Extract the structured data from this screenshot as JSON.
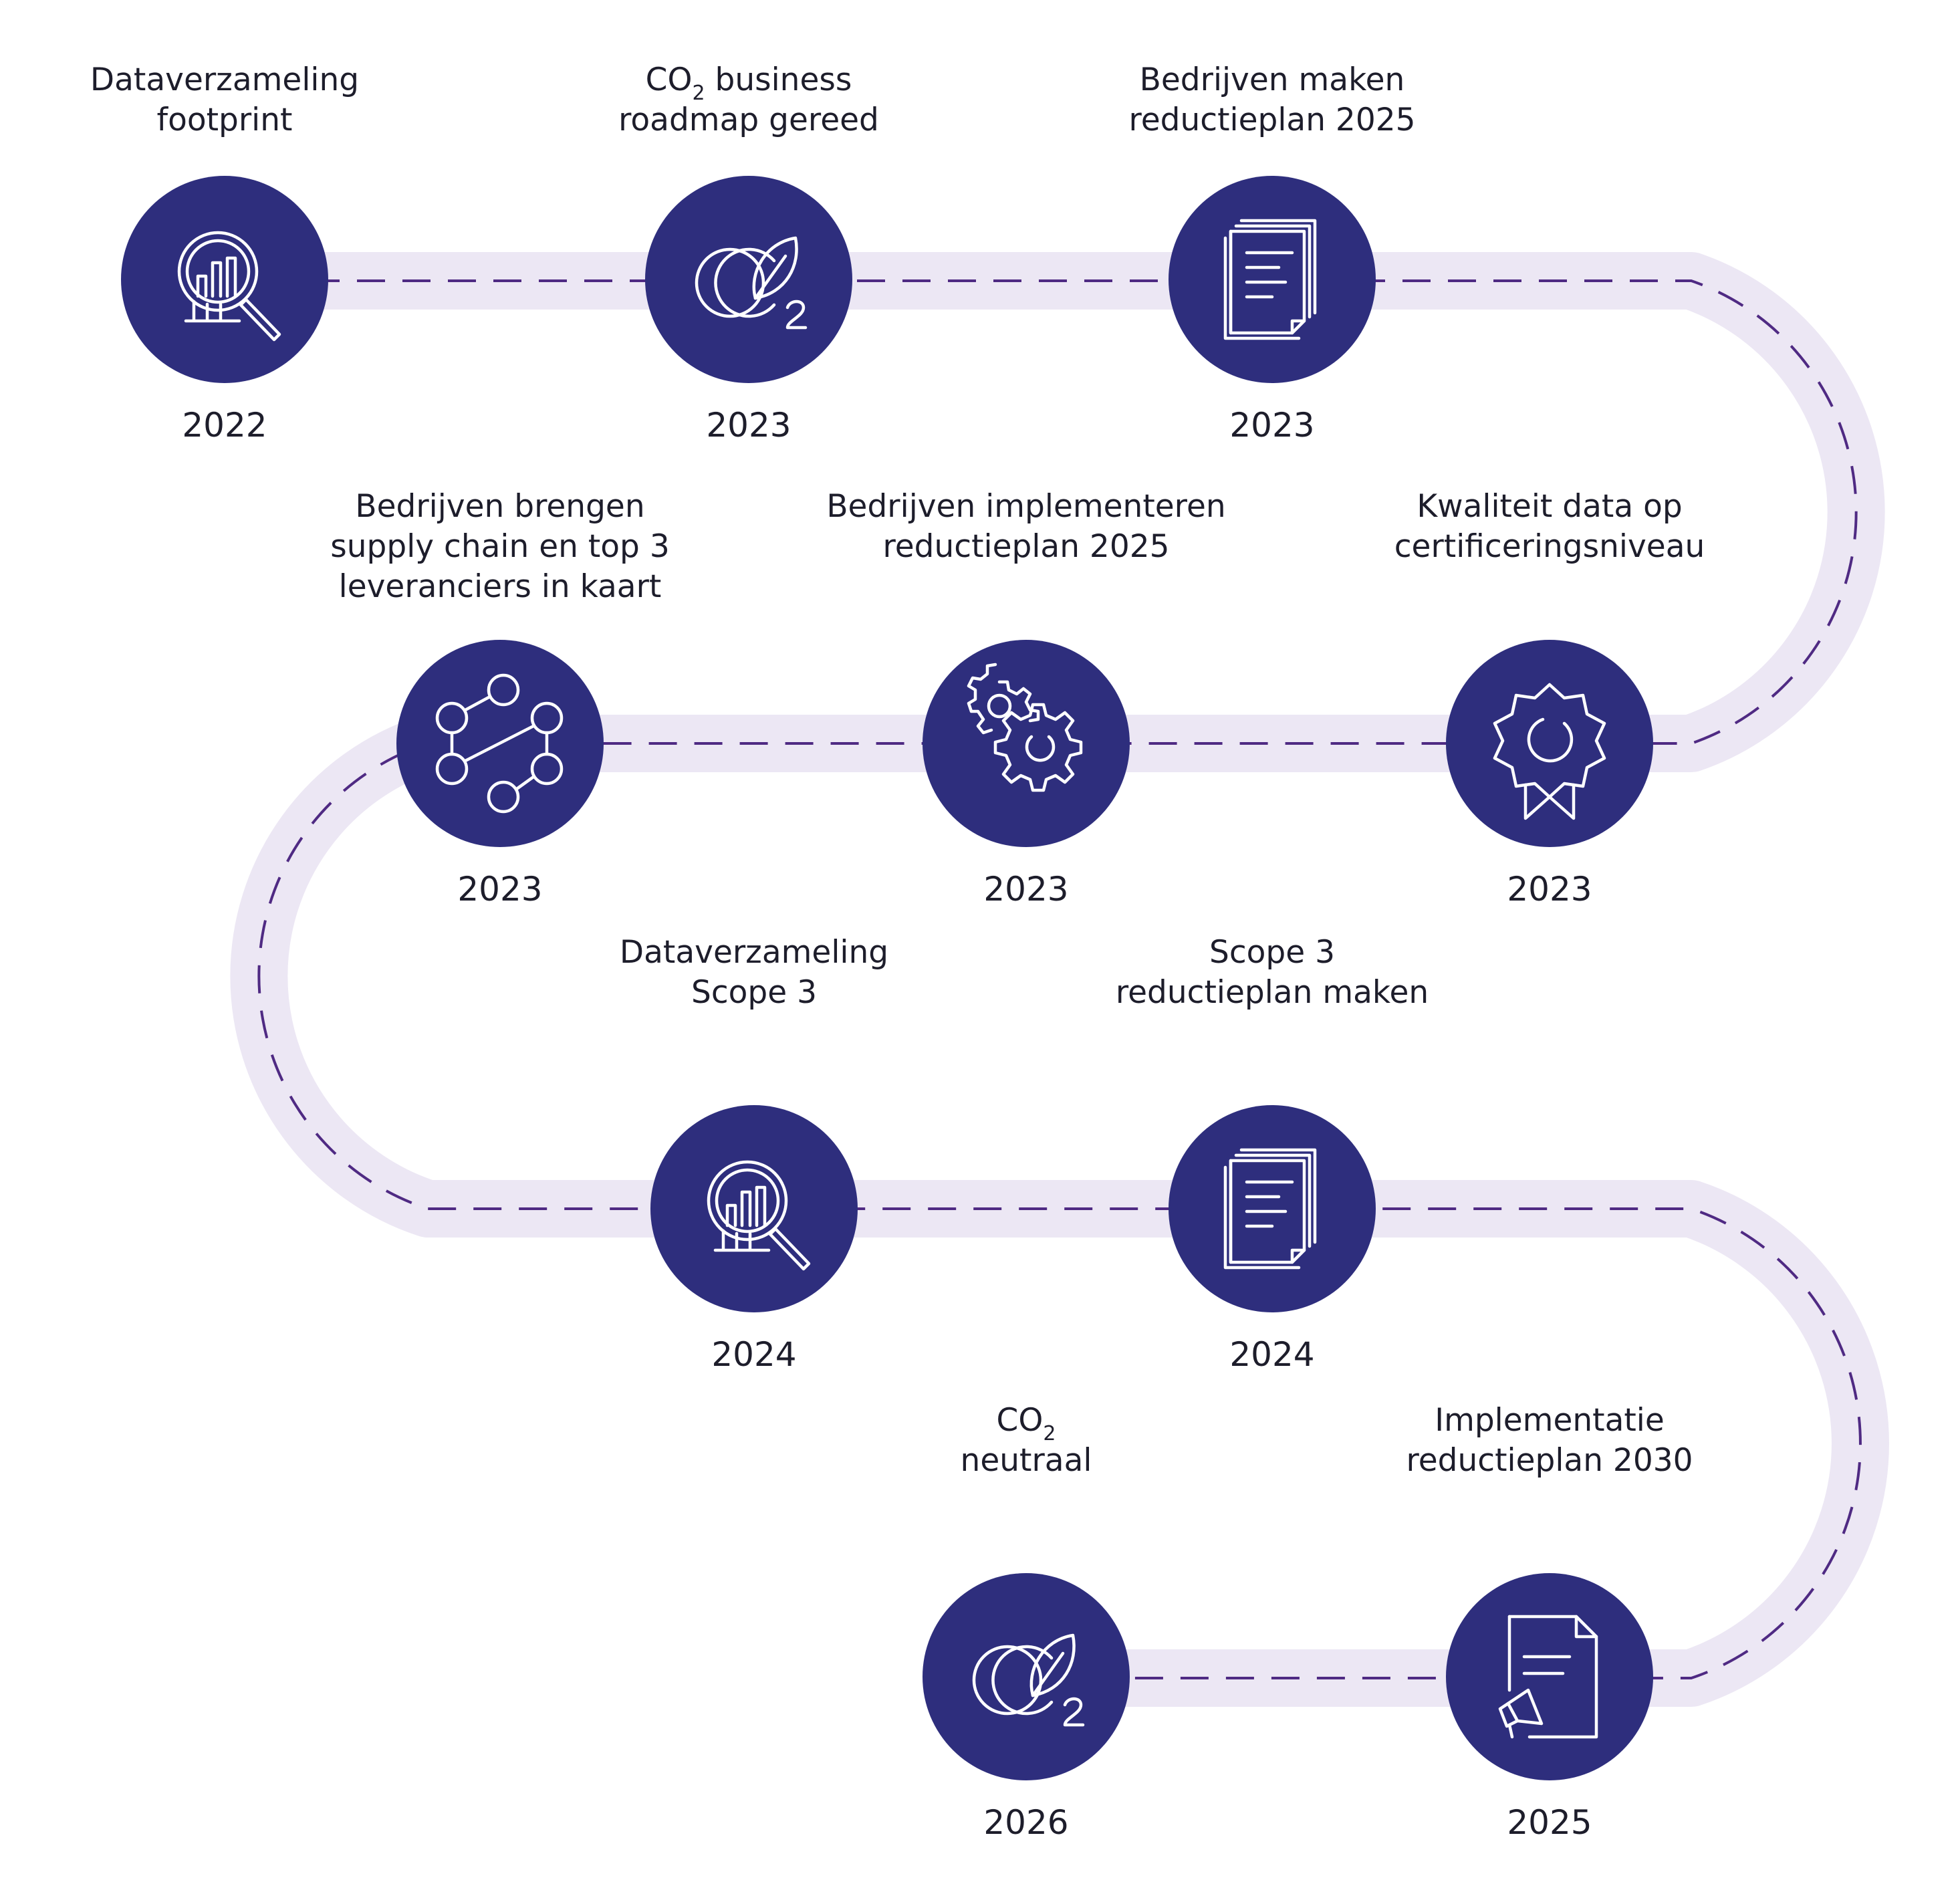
{
  "title": "",
  "colors": {
    "node_fill": "#2e2e7d",
    "road": "#ece7f4",
    "dash": "#4f2a83",
    "icon": "#ffffff",
    "text": "#1d1d2b"
  },
  "milestones": [
    {
      "lines": [
        "Dataverzameling",
        "footprint"
      ],
      "year": "2022",
      "icon": "magnifier-chart-icon"
    },
    {
      "lines": [
        "CO2 business",
        "roadmap gereed"
      ],
      "co2_line": 0,
      "year": "2023",
      "icon": "co2-leaf-icon"
    },
    {
      "lines": [
        "Bedrijven maken",
        "reductieplan 2025"
      ],
      "year": "2023",
      "icon": "documents-icon"
    },
    {
      "lines": [
        "Kwaliteit data op",
        "certificeringsniveau"
      ],
      "year": "2023",
      "icon": "certificate-badge-icon"
    },
    {
      "lines": [
        "Bedrijven implementeren",
        "reductieplan 2025"
      ],
      "year": "2023",
      "icon": "gears-icon"
    },
    {
      "lines": [
        "Bedrijven brengen",
        "supply chain en top 3",
        "leveranciers in kaart"
      ],
      "year": "2023",
      "icon": "network-icon"
    },
    {
      "lines": [
        "Dataverzameling",
        "Scope 3"
      ],
      "year": "2024",
      "icon": "magnifier-chart-icon"
    },
    {
      "lines": [
        "Scope 3",
        "reductieplan maken"
      ],
      "year": "2024",
      "icon": "documents-icon"
    },
    {
      "lines": [
        "Implementatie",
        "reductieplan 2030"
      ],
      "year": "2025",
      "icon": "document-megaphone-icon"
    },
    {
      "lines": [
        "CO2",
        "neutraal"
      ],
      "co2_line": 0,
      "year": "2026",
      "icon": "co2-leaf-icon"
    }
  ]
}
